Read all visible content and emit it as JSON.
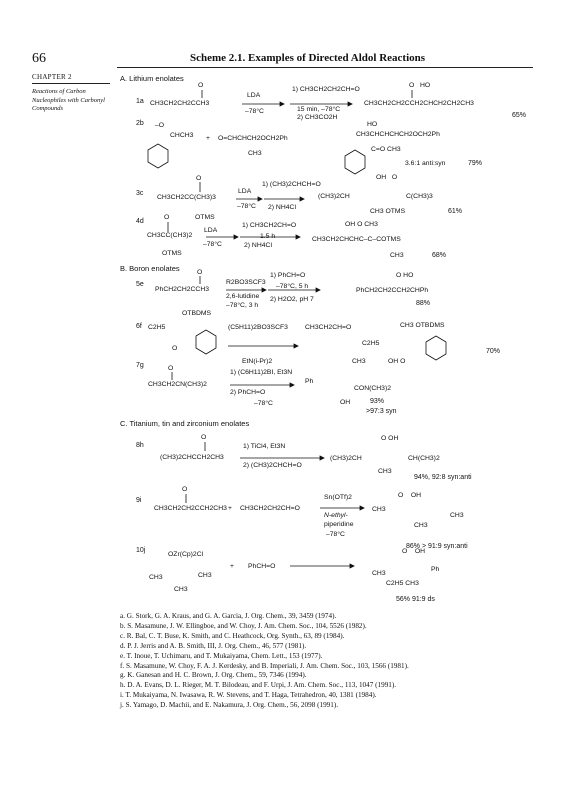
{
  "header": {
    "page_number": "66",
    "title": "Scheme 2.1. Examples of Directed Aldol Reactions"
  },
  "chapter": {
    "label": "CHAPTER 2",
    "subtitle": "Reactions of Carbon Nucleophiles with Carbonyl Compounds"
  },
  "sections": {
    "a": "A. Lithium enolates",
    "b": "B. Boron enolates",
    "c": "C. Titanium, tin and zirconium enolates"
  },
  "entries": {
    "e1": {
      "num": "1a",
      "reactant": "CH3CH2CH2CCH3",
      "reagent_top": "LDA",
      "reagent_bottom": "–78°C",
      "cond1": "1) CH3CH2CH2CH=O",
      "cond2": "15 min, –78°C",
      "cond3": "2) CH3CO2H",
      "product": "CH3CH2CH2CCH2CHCH2CH2CH3",
      "yield": "65%"
    },
    "e2": {
      "num": "2b",
      "reactant": "CHCH3",
      "reagent": "O=CHCHCH2OCH2Ph",
      "reagent_sub": "CH3",
      "product": "CH3CHCHCHCH2OCH2Ph",
      "product_sub": "C=O CH3",
      "ratio": "3.6:1 anti:syn",
      "yield": "79%"
    },
    "e3": {
      "num": "3c",
      "reactant": "CH3CH2CC(CH3)3",
      "reagent_top": "LDA",
      "reagent_bottom": "–78°C",
      "cond1": "1) (CH3)2CHCH=O",
      "cond2": "2) NH4Cl",
      "product": "(CH3)2CH",
      "product_right": "C(CH3)3",
      "product_sub": "CH3 OTMS",
      "yield": "61%"
    },
    "e4": {
      "num": "4d",
      "reactant": "CH3CC(CH3)2",
      "reactant_top": "OTMS",
      "reactant_bottom": "OTMS",
      "reagent_top": "LDA",
      "reagent_bottom": "–78°C",
      "cond1": "1) CH3CH2CH=O",
      "cond2": "1.5 h",
      "cond3": "2) NH4Cl",
      "product": "CH3CH2CHCHC–C–COTMS",
      "product_top": "OH  O  CH3",
      "product_sub": "CH3",
      "yield": "68%"
    },
    "e5": {
      "num": "5e",
      "reactant": "PhCH2CH2CCH3",
      "reagent_top": "R2BO3SCF3",
      "reagent_mid": "2,6-lutidine",
      "reagent_bottom": "–78°C, 3 h",
      "cond1": "1) PhCH=O",
      "cond2": "–78°C, 5 h",
      "cond3": "2) H2O2, pH 7",
      "product": "PhCH2CH2CCH2CHPh",
      "product_top": "O  HO",
      "yield": "88%"
    },
    "e6": {
      "num": "6f",
      "reactant": "C2H5",
      "reactant_top": "OTBDMS",
      "reagent_top": "(C5H11)2BO3SCF3",
      "reagent_bottom": "EtN(i-Pr)2",
      "aldehyde": "CH3CH2CH=O",
      "product_top": "CH3 OTBDMS",
      "product_left": "C2H5",
      "product_bottom": "OH  O",
      "yield": "70%"
    },
    "e7": {
      "num": "7g",
      "reactant": "CH3CH2CN(CH3)2",
      "cond1": "1) (C6H11)2BI, Et3N",
      "cond2": "2) PhCH=O",
      "cond3": "–78°C",
      "product_top": "CH3",
      "product_left": "Ph",
      "product_right": "CON(CH3)2",
      "product_bottom": "OH",
      "yield": "93%",
      "ratio": ">97:3 syn"
    },
    "e8": {
      "num": "8h",
      "reactant": "(CH3)2CHCCH2CH3",
      "cond1": "1) TiCl4, Et3N",
      "cond2": "2) (CH3)2CHCH=O",
      "product_left": "(CH3)2CH",
      "product_right": "CH(CH3)2",
      "product_top": "O  OH",
      "product_sub": "CH3",
      "result": "94%, 92:8 syn:anti"
    },
    "e9": {
      "num": "9i",
      "reactant": "CH3CH2CH2CCH2CH3",
      "plus": "+",
      "aldehyde": "CH3CH2CH2CH=O",
      "cond1": "Sn(OTf)2",
      "cond2": "N-ethyl-",
      "cond3": "piperidine",
      "cond4": "–78°C",
      "product_left": "CH3",
      "product_right": "CH3",
      "product_sub": "CH3",
      "result": "86% > 91:9 syn:anti"
    },
    "e10": {
      "num": "10j",
      "reactant_top": "OZr(Cp)2Cl",
      "reactant_left": "CH3",
      "reactant_right": "CH3",
      "reactant_bottom": "CH3",
      "plus": "+",
      "aldehyde": "PhCH=O",
      "product_left": "CH3",
      "product_right": "Ph",
      "product_sub": "C2H5 CH3",
      "result": "56% 91:9 ds"
    }
  },
  "references": [
    "a. G. Stork, G. A. Kraus, and G. A. Garcia, J. Org. Chem., 39, 3459 (1974).",
    "b. S. Masamune, J. W. Ellingboe, and W. Choy, J. Am. Chem. Soc., 104, 5526 (1982).",
    "c. R. Bal, C. T. Buse, K. Smith, and C. Heathcock, Org. Synth., 63, 89 (1984).",
    "d. P. J. Jerris and A. B. Smith, III, J. Org. Chem., 46, 577 (1981).",
    "e. T. Inoue, T. Uchimaru, and T. Mukaiyama, Chem. Lett., 153 (1977).",
    "f. S. Masamune, W. Choy, F. A. J. Kerdesky, and B. Imperiali, J. Am. Chem. Soc., 103, 1566 (1981).",
    "g. K. Ganesan and H. C. Brown, J. Org. Chem., 59, 7346 (1994).",
    "h. D. A. Evans, D. L. Rieger, M. T. Bilodeau, and F. Urpi, J. Am. Chem. Soc., 113, 1047 (1991).",
    "i. T. Mukaiyama, N. Iwasawa, R. W. Stevens, and T. Haga, Tetrahedron, 40, 1381 (1984).",
    "j. S. Yamago, D. Machii, and E. Nakamura, J. Org. Chem., 56, 2098 (1991)."
  ]
}
